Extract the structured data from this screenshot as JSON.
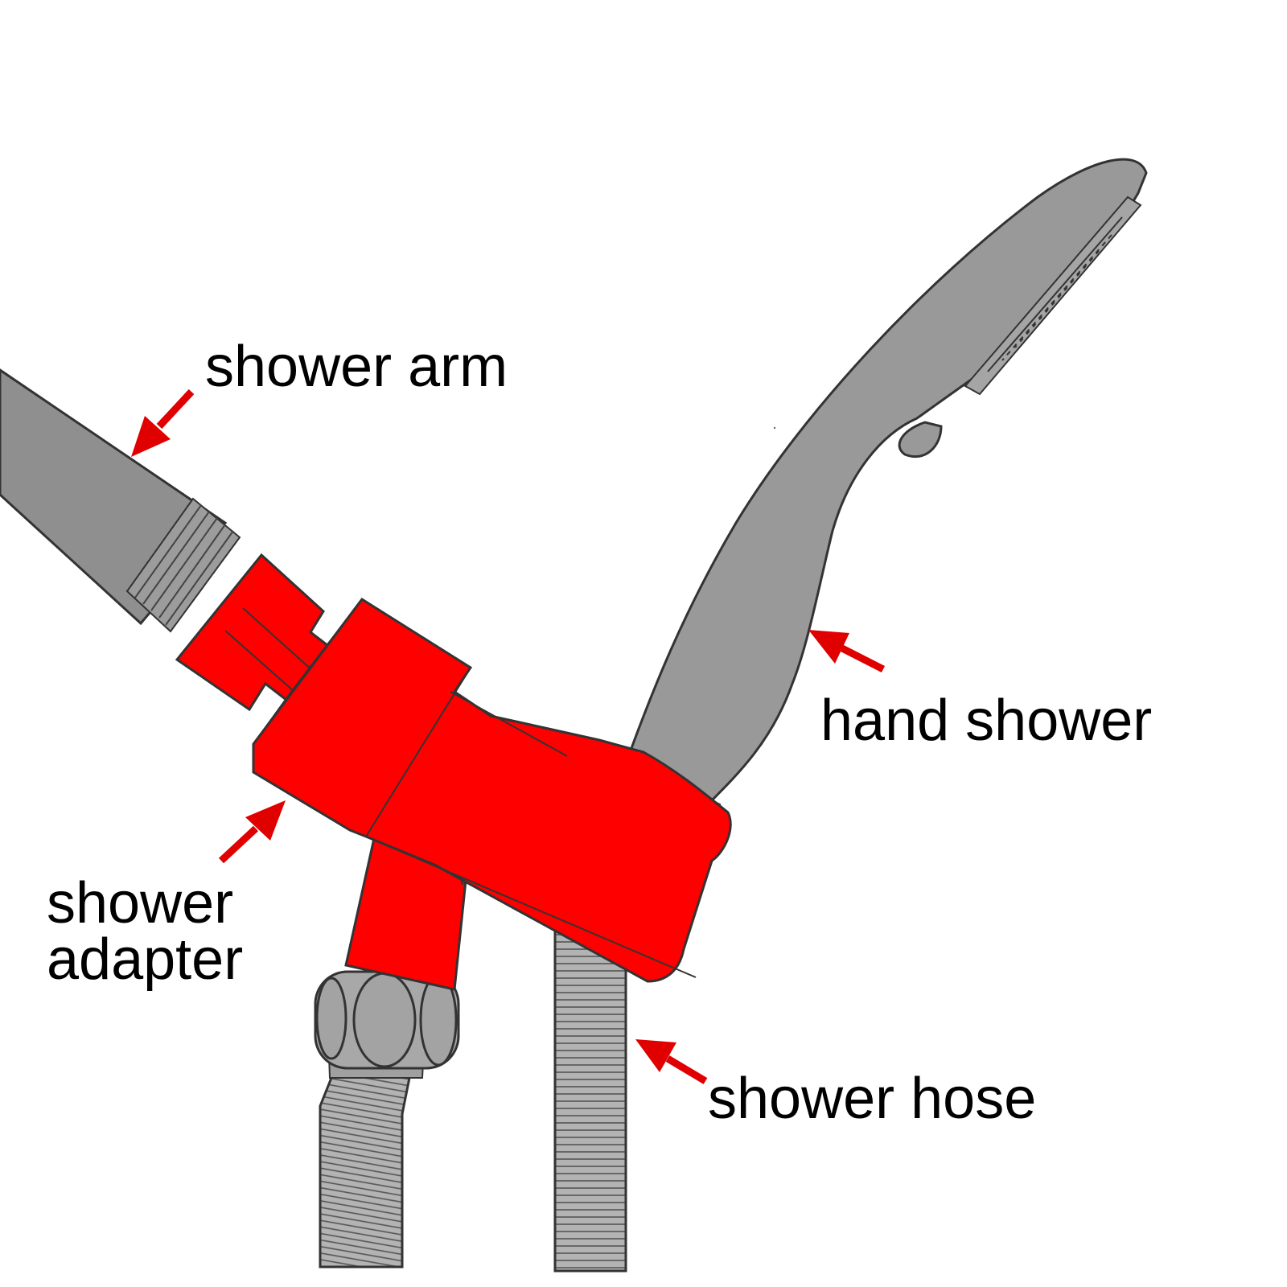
{
  "labels": {
    "shower_arm": "shower arm",
    "hand_shower": "hand shower",
    "shower_adapter_line1": "shower",
    "shower_adapter_line2": "adapter",
    "shower_hose": "shower hose"
  },
  "colors": {
    "adapter": "#ff0000",
    "parts": "#999999",
    "arrow": "#e00000",
    "outline": "#333333",
    "text": "#000000"
  }
}
